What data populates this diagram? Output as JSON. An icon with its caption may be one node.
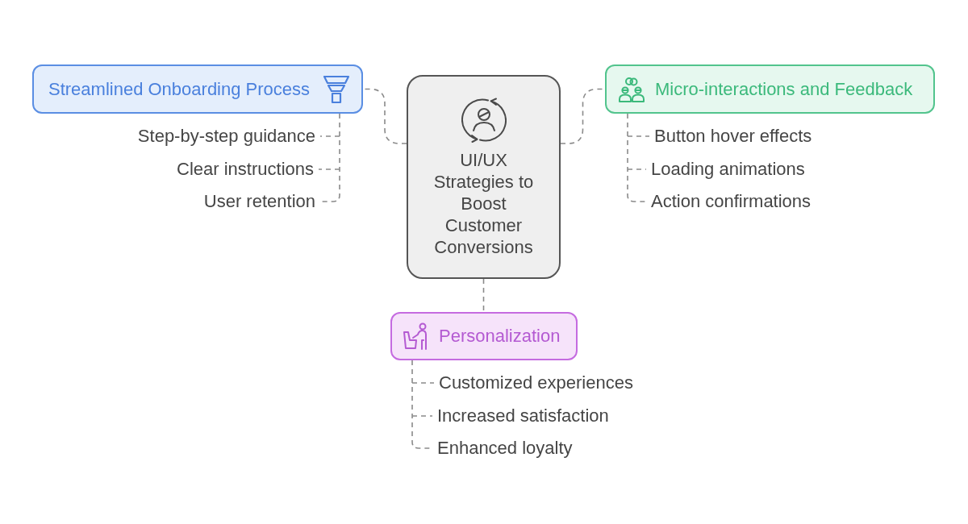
{
  "diagram": {
    "nodes": [
      {
        "text": [
          "UI/UX Strategies to Boost Customer Conversions"
        ]
      },
      {
        "text": [
          "Streamlined Onboarding Process"
        ]
      },
      {
        "text": [
          "Step-by-step guidance"
        ]
      },
      {
        "text": [
          "Clear instructions"
        ]
      },
      {
        "text": [
          "User retention"
        ]
      },
      {
        "text": [
          "Micro-interactions and Feedback"
        ]
      },
      {
        "text": [
          "Button hover effects"
        ]
      },
      {
        "text": [
          "Loading animations"
        ]
      },
      {
        "text": [
          "Action confirmations"
        ]
      },
      {
        "text": [
          "Personalization"
        ]
      },
      {
        "text": [
          "Customized experiences"
        ]
      },
      {
        "text": [
          "Increased satisfaction"
        ]
      },
      {
        "text": [
          "Enhanced loyalty"
        ]
      }
    ],
    "edges": [
      {
        "from": 0,
        "to": 1,
        "arrow": "none",
        "style": "dashed"
      },
      {
        "from": 1,
        "to": 2,
        "arrow": "none",
        "style": "dashed"
      },
      {
        "from": 1,
        "to": 3,
        "arrow": "none",
        "style": "dashed"
      },
      {
        "from": 1,
        "to": 4,
        "arrow": "none",
        "style": "dashed"
      },
      {
        "from": 0,
        "to": 5,
        "arrow": "none",
        "style": "dashed"
      },
      {
        "from": 5,
        "to": 6,
        "arrow": "none",
        "style": "dashed"
      },
      {
        "from": 5,
        "to": 7,
        "arrow": "none",
        "style": "dashed"
      },
      {
        "from": 5,
        "to": 8,
        "arrow": "none",
        "style": "dashed"
      },
      {
        "from": 0,
        "to": 9,
        "arrow": "none",
        "style": "dashed"
      },
      {
        "from": 9,
        "to": 10,
        "arrow": "none",
        "style": "dashed"
      },
      {
        "from": 9,
        "to": 11,
        "arrow": "none",
        "style": "dashed"
      },
      {
        "from": 9,
        "to": 12,
        "arrow": "none",
        "style": "dashed"
      }
    ]
  }
}
